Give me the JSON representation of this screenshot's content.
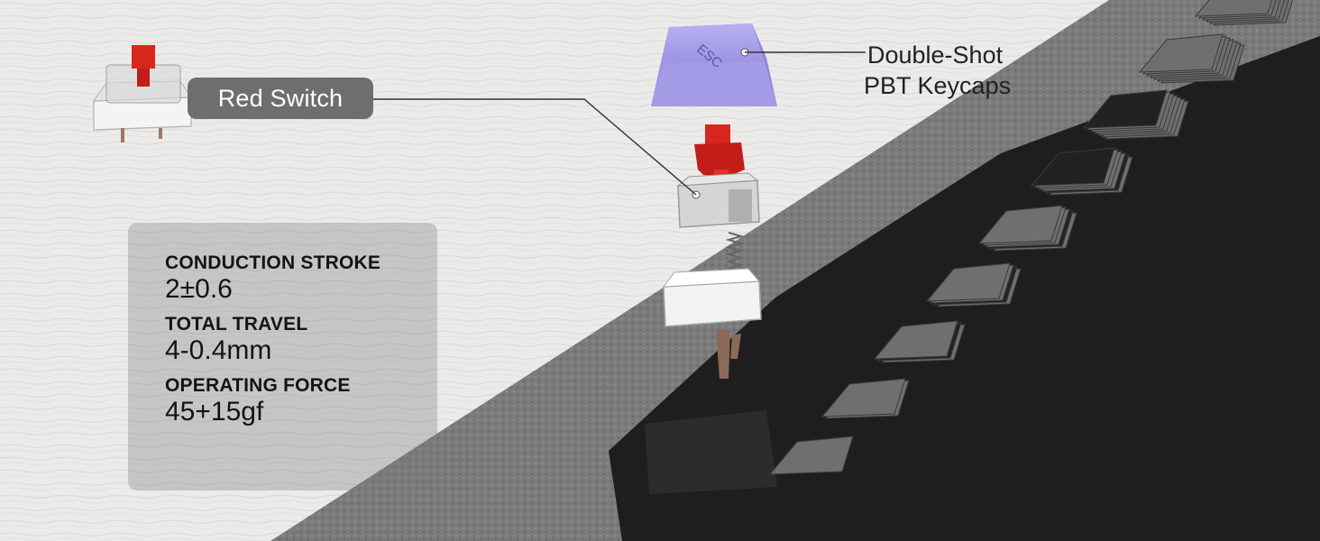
{
  "callouts": {
    "switch_name": "Red Switch",
    "keycap_line1": "Double-Shot",
    "keycap_line2": "PBT Keycaps"
  },
  "keycap_legend": "ESC",
  "specs": [
    {
      "label": "CONDUCTION STROKE",
      "value": "2±0.6"
    },
    {
      "label": "TOTAL TRAVEL",
      "value": "4-0.4mm"
    },
    {
      "label": "OPERATING FORCE",
      "value": "45+15gf"
    }
  ],
  "colors": {
    "keycap_purple": "#a79ee8",
    "switch_red": "#d8261f",
    "key_gray": "#6f6f6f",
    "key_black": "#222222",
    "mat_gray": "#7a7a7a",
    "wall_white": "#ececea"
  }
}
